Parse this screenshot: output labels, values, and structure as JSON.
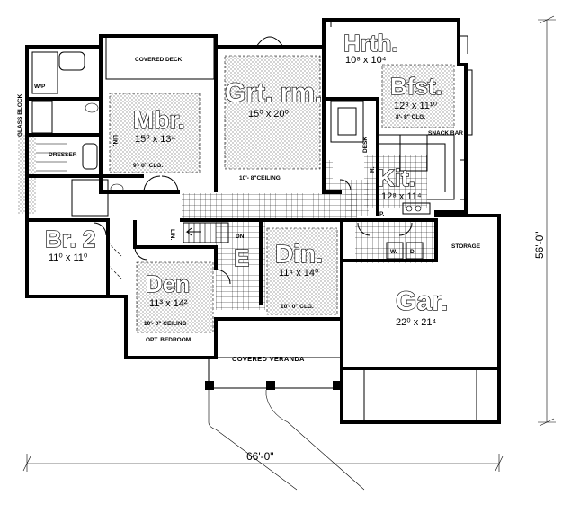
{
  "plan": {
    "overall_width": "66'-0\"",
    "overall_depth": "56'-0\""
  },
  "rooms": {
    "hearth": {
      "name": "Hrth.",
      "size": "10⁸ x 10⁴"
    },
    "breakfast": {
      "name": "Bfst.",
      "size": "12⁸ x 11¹⁰",
      "ceiling": "8'- 8\" CLG."
    },
    "great_room": {
      "name": "Grt. rm.",
      "size": "15⁰ x 20⁰",
      "ceiling": "10'- 8\"CEILING"
    },
    "master": {
      "name": "Mbr.",
      "size": "15⁰ x 13⁴",
      "ceiling": "9'- 0\" CLG."
    },
    "kitchen": {
      "name": "Kit.",
      "size": "12⁸ x 11⁴"
    },
    "bedroom2": {
      "name": "Br. 2",
      "size": "11⁰ x 11⁰"
    },
    "dining": {
      "name": "Din.",
      "size": "11⁴ x 14⁰",
      "ceiling": "10'- 0\" CLG."
    },
    "den": {
      "name": "Den",
      "size": "11³ x 14²",
      "ceiling": "10'- 0\" CEILING",
      "note": "OPT. BEDROOM"
    },
    "garage": {
      "name": "Gar.",
      "size": "22⁰ x 21⁴"
    },
    "entry": {
      "name": "E"
    }
  },
  "labels": {
    "covered_deck": "COVERED DECK",
    "covered_veranda": "COVERED VERANDA",
    "storage": "STORAGE",
    "glass_block": "GLASS BLOCK",
    "walk_in_pantry": "W/P",
    "dresser": "DRESSER",
    "linen": "LIN.",
    "linen2": "LIN.",
    "snack_bar": "SNACK BAR",
    "desk": "DESK",
    "refrigerator": "R.",
    "pantry": "P.",
    "washer": "W.",
    "dryer": "D.",
    "down": "DN"
  }
}
